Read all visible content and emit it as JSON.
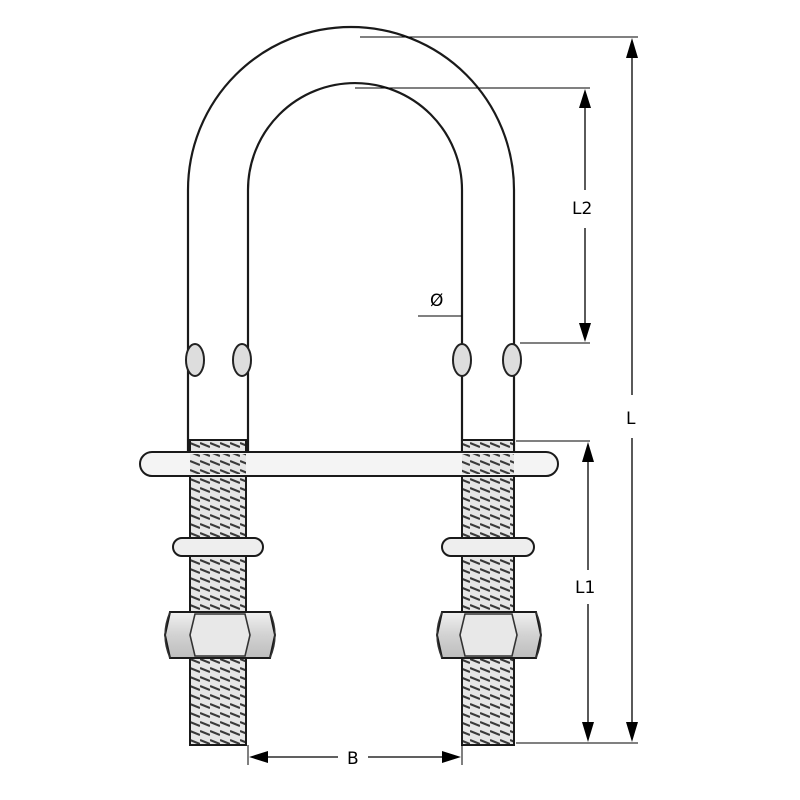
{
  "diagram": {
    "labels": {
      "overall_length": "L",
      "inner_length": "L2",
      "thread_length": "L1",
      "width": "B",
      "diameter": "Ø"
    }
  }
}
